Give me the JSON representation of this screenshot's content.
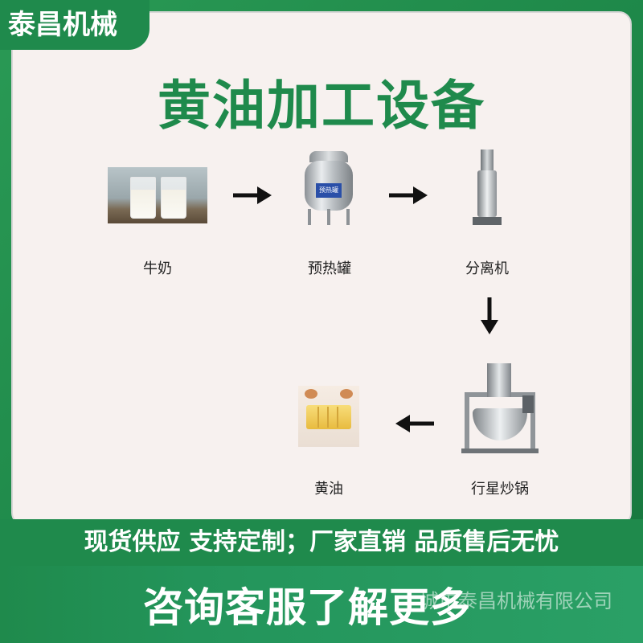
{
  "brand": "泰昌机械",
  "title": "黄油加工设备",
  "steps": {
    "milk": "牛奶",
    "preheat_tank": "预热罐",
    "separator": "分离机",
    "planetary_wok": "行星炒锅",
    "butter": "黄油"
  },
  "tank_plate": "预热罐",
  "slogan": "现货供应  支持定制；厂家直销  品质售后无忧",
  "cta": "咨询客服了解更多",
  "watermark": "城市泰昌机械有限公司",
  "colors": {
    "brand_green": "#1f8a4c",
    "panel": "#f7f1ef"
  }
}
